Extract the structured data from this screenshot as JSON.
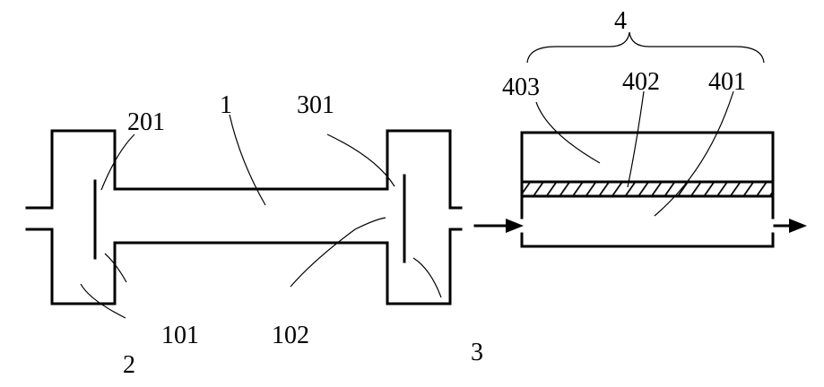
{
  "figure": {
    "labels": {
      "l1": "1",
      "l101": "101",
      "l102": "102",
      "l2": "2",
      "l201": "201",
      "l3": "3",
      "l301": "301",
      "l4": "4",
      "l401": "401",
      "l402": "402",
      "l403": "403"
    }
  }
}
